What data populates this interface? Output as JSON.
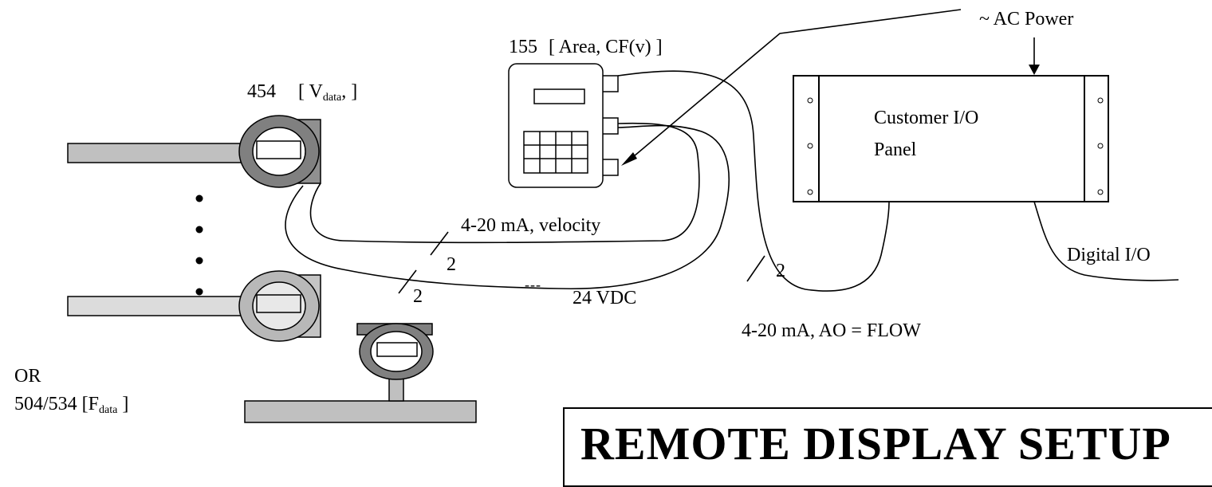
{
  "labels": {
    "ac_power": "~ AC Power",
    "display_id": "155",
    "display_params": "[ Area, CF(v) ]",
    "sensor_id": "454",
    "sensor_params_prefix": "[ V",
    "sensor_params_sub": "data",
    "sensor_params_suffix": ", ]",
    "panel_line1": "Customer I/O",
    "panel_line2": "Panel",
    "velocity_signal": "4-20 mA,   velocity",
    "wire_count_a": "2",
    "wire_count_b": "2",
    "wire_count_c": "2",
    "dc_power": "24 VDC",
    "dc_symbol": "---",
    "digital_io": "Digital I/O",
    "flow_output": "4-20 mA,   AO = FLOW",
    "or_text": "OR",
    "alt_model_prefix": "504/534  [F",
    "alt_model_sub": "data",
    "alt_model_suffix": " ]"
  },
  "title": "REMOTE DISPLAY SETUP"
}
